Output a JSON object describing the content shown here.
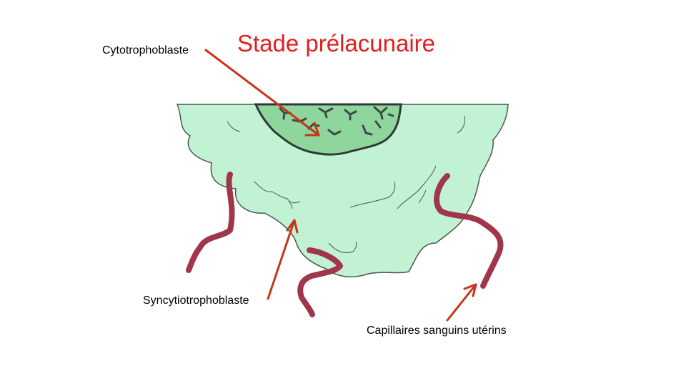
{
  "title": "Stade prélacunaire",
  "labels": {
    "cytotrophoblaste": "Cytotrophoblaste",
    "syncytiotrophoblaste": "Syncytiotrophoblaste",
    "capillaires": "Capillaires sanguins utérins"
  },
  "colors": {
    "title": "#e02020",
    "arrow": "#c8341a",
    "syncytio_fill": "#c2f2d4",
    "cyto_fill": "#8fd69d",
    "outline": "#4a5550",
    "capillary": "#a0364a",
    "nuclei": "#3d4a45"
  }
}
